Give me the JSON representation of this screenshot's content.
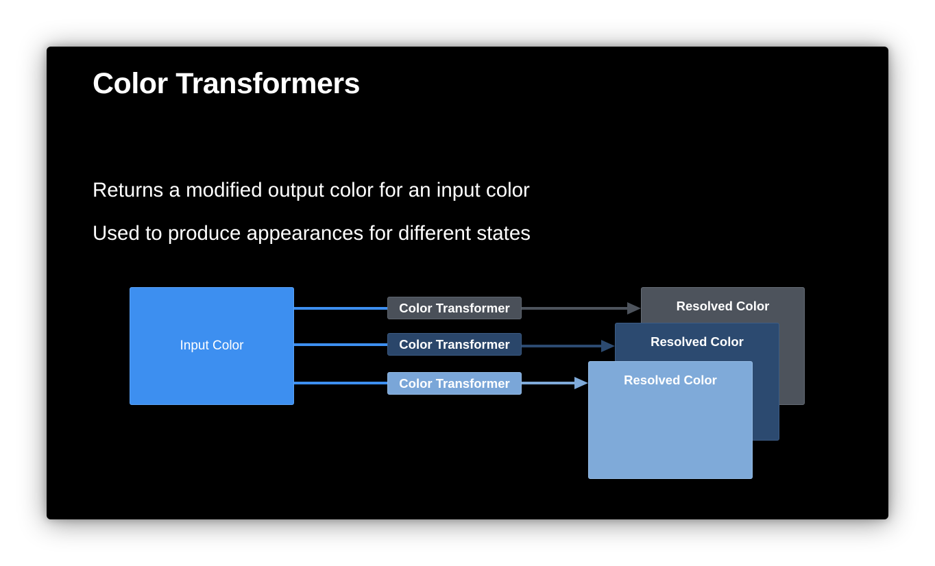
{
  "slide": {
    "title": "Color Transformers",
    "bullets": [
      "Returns a modified output color for an input color",
      "Used to produce appearances for different states"
    ]
  },
  "diagram": {
    "input_label": "Input Color",
    "transformers": [
      "Color Transformer",
      "Color Transformer",
      "Color Transformer"
    ],
    "outputs": [
      "Resolved Color",
      "Resolved Color",
      "Resolved Color"
    ]
  },
  "colors": {
    "background": "#000000",
    "input": "#3d8ff0",
    "path_1": "#4d535c",
    "path_2": "#2c4a70",
    "path_3": "#7faad9"
  }
}
